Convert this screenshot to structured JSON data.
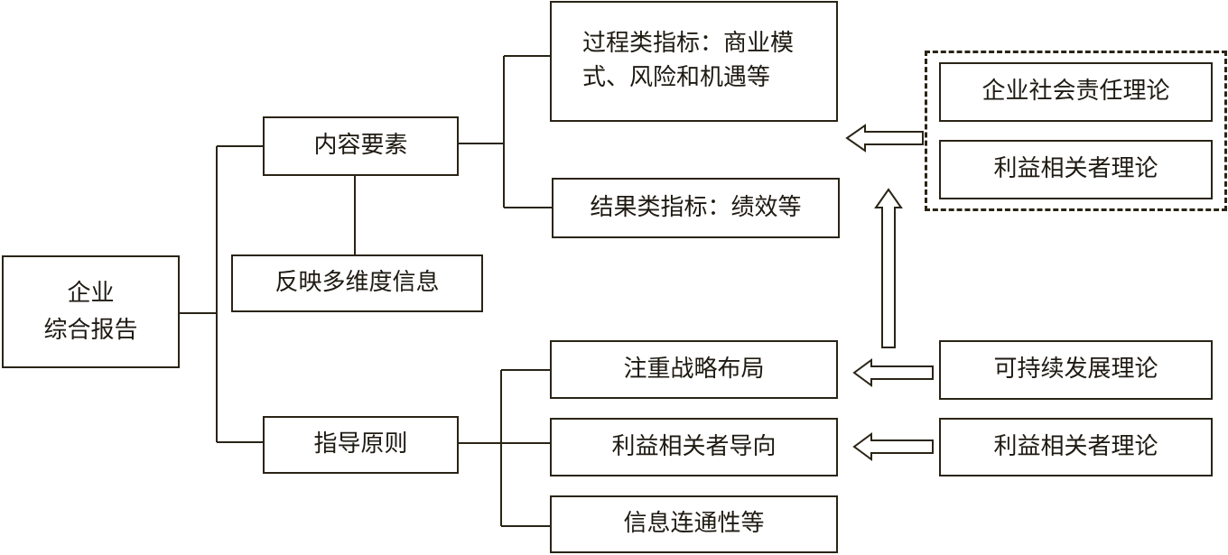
{
  "nodes": {
    "report": "企业\n综合报告",
    "content": "内容要素",
    "multi_info": "反映多维度信息",
    "process_indicators": "过程类指标：商业模式、风险和机遇等",
    "result_indicators": "结果类指标：绩效等",
    "principles": "指导原则",
    "strategy": "注重战略布局",
    "stakeholder_orient": "利益相关者导向",
    "connectivity": "信息连通性等",
    "csr_theory": "企业社会责任理论",
    "stakeholder_theory_top": "利益相关者理论",
    "sustainable_theory": "可持续发展理论",
    "stakeholder_theory_bottom": "利益相关者理论"
  },
  "colors": {
    "stroke": "#2a2416",
    "text": "#1e1a12"
  }
}
